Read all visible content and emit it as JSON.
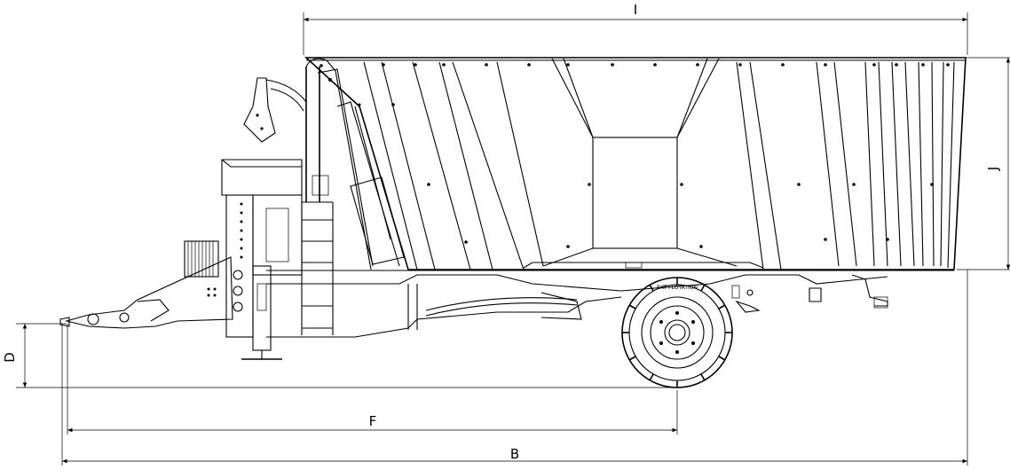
{
  "dimensions": {
    "I": "I",
    "J": "J",
    "D": "D",
    "F": "F",
    "B": "B"
  },
  "tire_text": "BKT FLOTATION"
}
